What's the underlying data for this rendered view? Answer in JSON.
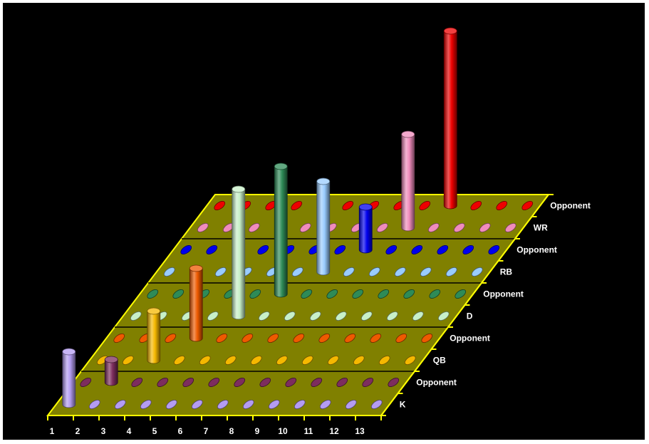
{
  "chart_data": {
    "type": "bar",
    "style": "3d-cylinder",
    "categories": [
      "1",
      "2",
      "3",
      "4",
      "5",
      "6",
      "7",
      "8",
      "9",
      "10",
      "11",
      "12",
      "13"
    ],
    "series": [
      {
        "name": "K",
        "color": "#b49cf2",
        "values": [
          74,
          0,
          0,
          0,
          0,
          0,
          0,
          0,
          0,
          0,
          0,
          0,
          0
        ]
      },
      {
        "name": "Opponent",
        "color": "#7d2d5e",
        "values": [
          0,
          32,
          0,
          0,
          0,
          0,
          0,
          0,
          0,
          0,
          0,
          0,
          0
        ]
      },
      {
        "name": "QB",
        "color": "#f5b800",
        "values": [
          0,
          0,
          69,
          0,
          0,
          0,
          0,
          0,
          0,
          0,
          0,
          0,
          0
        ]
      },
      {
        "name": "Opponent",
        "color": "#ee5a00",
        "values": [
          0,
          0,
          0,
          98,
          0,
          0,
          0,
          0,
          0,
          0,
          0,
          0,
          0
        ]
      },
      {
        "name": "D",
        "color": "#c8f0c8",
        "values": [
          0,
          0,
          0,
          0,
          178,
          0,
          0,
          0,
          0,
          0,
          0,
          0,
          0
        ]
      },
      {
        "name": "Opponent",
        "color": "#2e8b57",
        "values": [
          0,
          0,
          0,
          0,
          0,
          179,
          0,
          0,
          0,
          0,
          0,
          0,
          0
        ]
      },
      {
        "name": "RB",
        "color": "#99ccff",
        "values": [
          0,
          0,
          0,
          0,
          0,
          0,
          127,
          0,
          0,
          0,
          0,
          0,
          0
        ]
      },
      {
        "name": "Opponent",
        "color": "#0000ee",
        "values": [
          0,
          0,
          0,
          0,
          0,
          0,
          0,
          60,
          0,
          0,
          0,
          0,
          0
        ]
      },
      {
        "name": "WR",
        "color": "#f08cbc",
        "values": [
          0,
          0,
          0,
          0,
          0,
          0,
          0,
          0,
          131,
          0,
          0,
          0,
          0
        ]
      },
      {
        "name": "Opponent",
        "color": "#ee0000",
        "values": [
          0,
          0,
          0,
          0,
          0,
          0,
          0,
          0,
          0,
          245,
          0,
          0,
          0
        ]
      }
    ],
    "floor_color": "#808000",
    "edge_color": "#ffff00",
    "title": "",
    "xlabel": "",
    "ylabel": ""
  }
}
